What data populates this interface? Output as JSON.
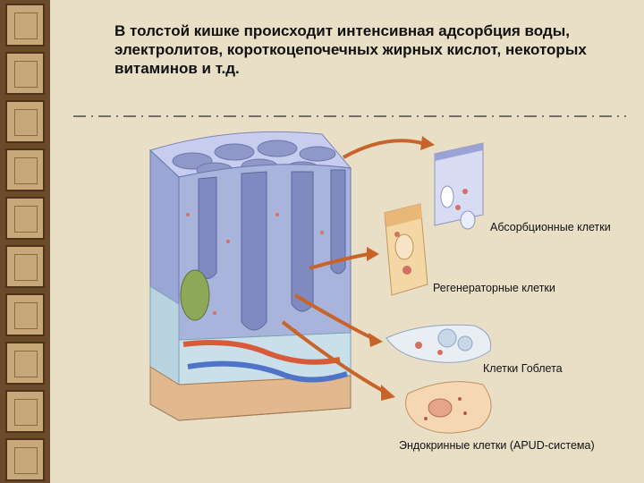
{
  "slide": {
    "title": "В толстой кишке происходит интенсивная адсорбция воды, электролитов, короткоцепочечных жирных кислот, некоторых витаминов и т.д."
  },
  "figure": {
    "labels": {
      "absorptive": "Абсорбционные клетки",
      "regenerative": "Регенераторные клетки",
      "goblet": "Клетки Гоблета",
      "endocrine": "Эндокринные клетки (APUD-система)"
    }
  },
  "colors": {
    "background": "#e9dfc7",
    "strip": "#6b4a2a",
    "tissue": "#a8b4dc",
    "arrow": "#c8642a"
  }
}
